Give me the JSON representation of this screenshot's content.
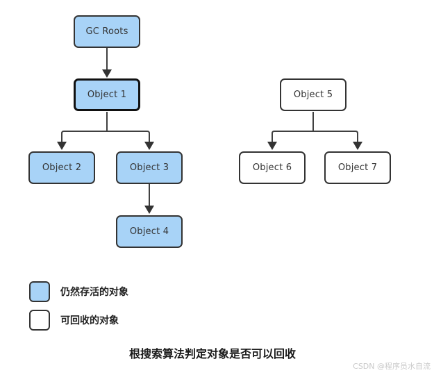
{
  "diagram": {
    "nodes": [
      {
        "id": "gc-roots",
        "label": "GC Roots",
        "type": "alive"
      },
      {
        "id": "object-1",
        "label": "Object 1",
        "type": "alive"
      },
      {
        "id": "object-2",
        "label": "Object 2",
        "type": "alive"
      },
      {
        "id": "object-3",
        "label": "Object 3",
        "type": "alive"
      },
      {
        "id": "object-4",
        "label": "Object 4",
        "type": "alive"
      },
      {
        "id": "object-5",
        "label": "Object 5",
        "type": "collectable"
      },
      {
        "id": "object-6",
        "label": "Object 6",
        "type": "collectable"
      },
      {
        "id": "object-7",
        "label": "Object 7",
        "type": "collectable"
      }
    ],
    "edges": [
      {
        "from": "GC Roots",
        "to": "Object 1"
      },
      {
        "from": "Object 1",
        "to": "Object 2"
      },
      {
        "from": "Object 1",
        "to": "Object 3"
      },
      {
        "from": "Object 3",
        "to": "Object 4"
      },
      {
        "from": "Object 5",
        "to": "Object 6"
      },
      {
        "from": "Object 5",
        "to": "Object 7"
      }
    ],
    "colors": {
      "alive_fill": "#a8d3f7",
      "collectable_fill": "#ffffff",
      "border": "#333333",
      "line": "#404040"
    }
  },
  "legend": {
    "items": [
      {
        "type": "alive",
        "label": "仍然存活的对象"
      },
      {
        "type": "collectable",
        "label": "可回收的对象"
      }
    ]
  },
  "caption": "根搜索算法判定对象是否可以回收",
  "watermark": "CSDN @程序员水自流"
}
